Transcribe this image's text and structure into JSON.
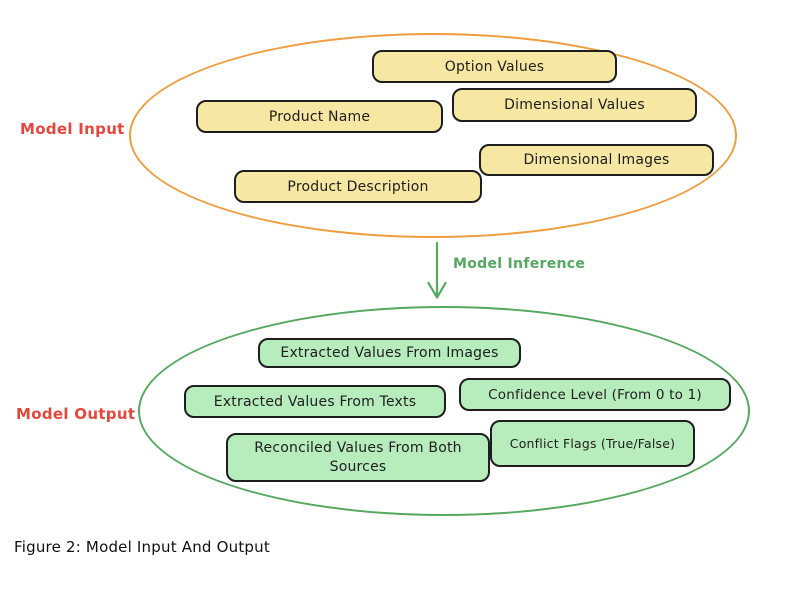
{
  "figure": {
    "caption": "Figure 2: Model Input And Output"
  },
  "input_group": {
    "label": "Model Input",
    "ellipse_stroke": "#ef9d3e",
    "box_fill": "#f6e8a2",
    "items": [
      {
        "label": "Option Values"
      },
      {
        "label": "Dimensional Values"
      },
      {
        "label": "Product Name"
      },
      {
        "label": "Dimensional Images"
      },
      {
        "label": "Product Description"
      }
    ]
  },
  "inference": {
    "label": "Model Inference",
    "arrow_color": "#55a85f",
    "arrow_direction": "down"
  },
  "output_group": {
    "label": "Model Output",
    "ellipse_stroke": "#55a85f",
    "box_fill": "#b7ecbd",
    "items": [
      {
        "label": "Extracted Values From Images"
      },
      {
        "label": "Extracted Values From Texts"
      },
      {
        "label": "Confidence Level (From 0 to 1)"
      },
      {
        "label": "Reconciled Values From Both Sources"
      },
      {
        "label": "Conflict Flags (True/False)"
      }
    ]
  },
  "colors": {
    "label_red": "#e8463c",
    "orange": "#ef9d3e",
    "green": "#55a85f",
    "yellow_fill": "#f6e8a2",
    "green_fill": "#b7ecbd",
    "ink": "#1e1e1e"
  }
}
